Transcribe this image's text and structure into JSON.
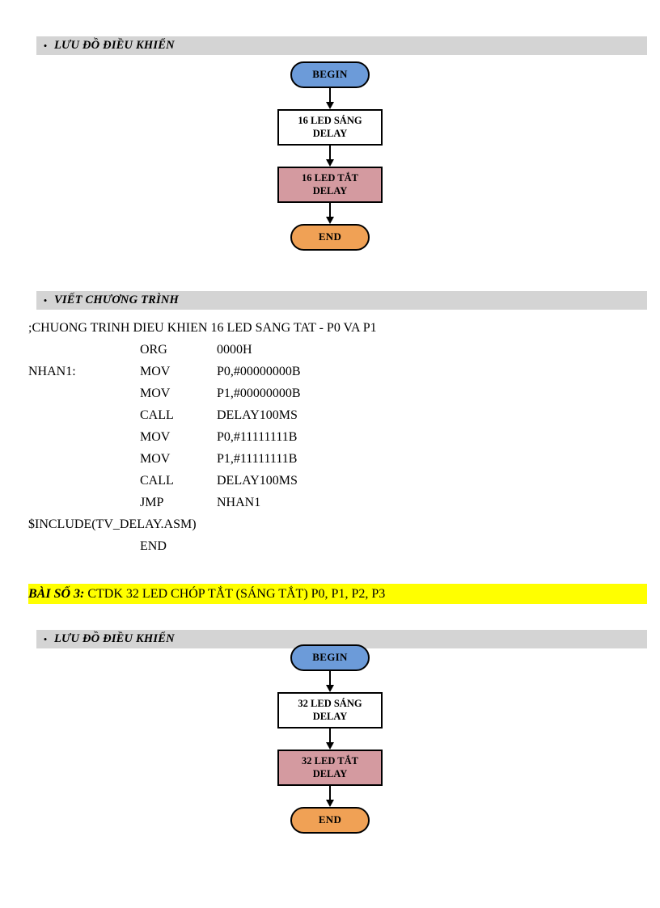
{
  "document": {
    "sections": [
      {
        "id": "flowchart-1-header",
        "bullet": "•",
        "label": "LƯU ĐỒ ĐIỀU KHIỂN"
      },
      {
        "id": "program-header",
        "bullet": "•",
        "label": "VIẾT CHƯƠNG TRÌNH"
      },
      {
        "id": "flowchart-2-header",
        "bullet": "•",
        "label": "LƯU ĐỒ ĐIỀU KHIỂN"
      }
    ]
  },
  "flowchart_1": {
    "begin": "BEGIN",
    "step_on_line1": "16 LED SÁNG",
    "step_on_line2": "DELAY",
    "step_off_line1": "16 LED TẮT",
    "step_off_line2": "DELAY",
    "end": "END",
    "colors": {
      "begin": "#6c9bd9",
      "end": "#f0a155",
      "process_on": "#ffffff",
      "process_off": "#d49aa0",
      "border": "#000000"
    }
  },
  "flowchart_2": {
    "begin": "BEGIN",
    "step_on_line1": "32 LED SÁNG",
    "step_on_line2": "DELAY",
    "step_off_line1": "32 LED TẮT",
    "step_off_line2": "DELAY",
    "end": "END",
    "colors": {
      "begin": "#6c9bd9",
      "end": "#f0a155",
      "process_on": "#ffffff",
      "process_off": "#d49aa0",
      "border": "#000000"
    }
  },
  "program": {
    "comment": ";CHUONG TRINH DIEU KHIEN 16 LED SANG TAT - P0 VA P1",
    "lines": [
      {
        "label": "",
        "mnemonic": "ORG",
        "operand": "0000H"
      },
      {
        "label": "NHAN1:",
        "mnemonic": "MOV",
        "operand": "P0,#00000000B"
      },
      {
        "label": "",
        "mnemonic": "MOV",
        "operand": "P1,#00000000B"
      },
      {
        "label": "",
        "mnemonic": "CALL",
        "operand": "DELAY100MS"
      },
      {
        "label": "",
        "mnemonic": "MOV",
        "operand": "P0,#11111111B"
      },
      {
        "label": "",
        "mnemonic": "MOV",
        "operand": "P1,#11111111B"
      },
      {
        "label": "",
        "mnemonic": "CALL",
        "operand": "DELAY100MS"
      },
      {
        "label": "",
        "mnemonic": "JMP",
        "operand": "NHAN1"
      }
    ],
    "include_directive": "$INCLUDE(TV_DELAY.ASM)",
    "end_line": {
      "label": "",
      "mnemonic": "END",
      "operand": ""
    }
  },
  "task": {
    "key": "BÀI SỐ 3:",
    "rest": " CTDK 32 LED CHÓP TẮT (SÁNG TẮT) P0, P1, P2, P3",
    "highlight_color": "#ffff00"
  }
}
